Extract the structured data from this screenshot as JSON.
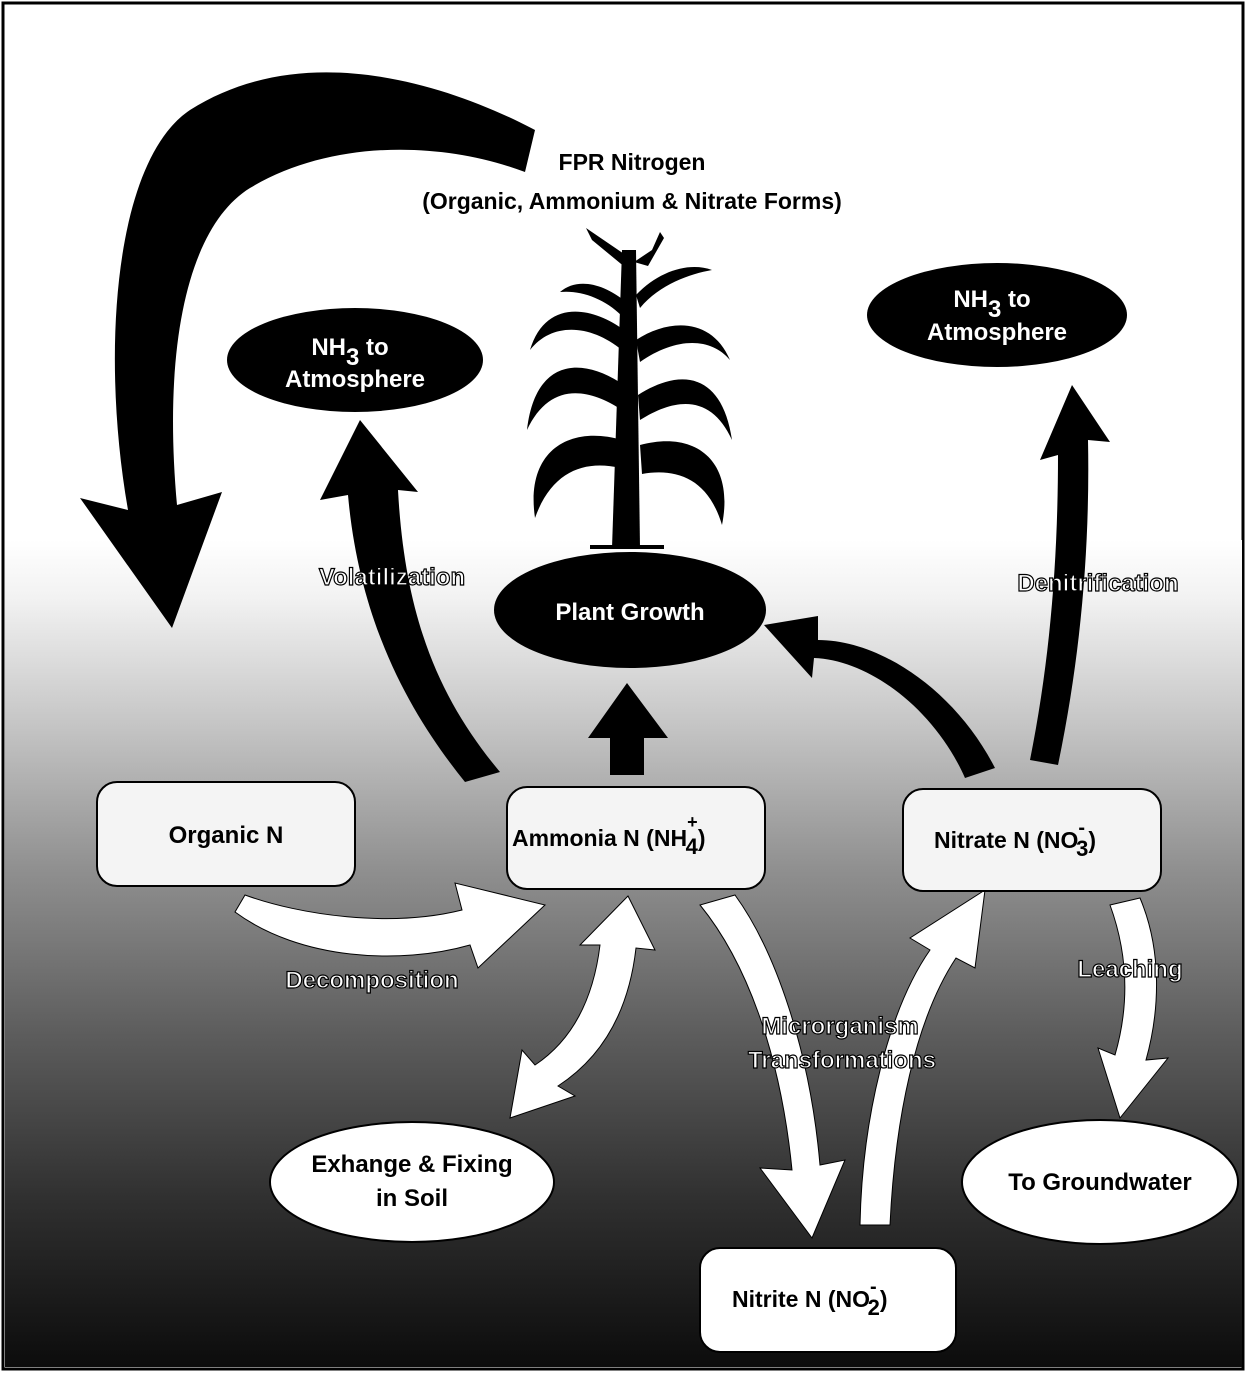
{
  "title": {
    "line1": "FPR Nitrogen",
    "line2": "(Organic, Ammonium & Nitrate Forms)"
  },
  "atmosphere_left": {
    "line1_main": "NH",
    "line1_sub": "3",
    "line1_tail": " to",
    "line2": "Atmosphere"
  },
  "atmosphere_right": {
    "line1_main": "NH",
    "line1_sub": "3",
    "line1_tail": " to",
    "line2": "Atmosphere"
  },
  "plant_growth": "Plant Growth",
  "organic_n": "Organic N",
  "ammonia_n": {
    "main": "Ammonia N (NH",
    "sup": "+",
    "sub": "4",
    "tail": ")"
  },
  "nitrate_n": {
    "main": "Nitrate N (NO",
    "sup": "-",
    "sub": "3",
    "tail": ")"
  },
  "nitrite_n": {
    "main": "Nitrite N (NO",
    "sup": "-",
    "sub": "2",
    "tail": ")"
  },
  "exchange": {
    "line1": "Exhange & Fixing",
    "line2": "in Soil"
  },
  "groundwater": "To Groundwater",
  "process_labels": {
    "volatilization": "Volatilization",
    "denitrification": "Denitrification",
    "decomposition": "Decomposition",
    "leaching": "Leaching",
    "microorganism_line1": "Microrganism",
    "microorganism_line2": "Transformations"
  },
  "colors": {
    "ink": "#000000",
    "paper": "#ffffff",
    "box_fill": "#f4f4f4",
    "soil_mid": "#8a8a8a",
    "soil_dark": "#161616"
  }
}
